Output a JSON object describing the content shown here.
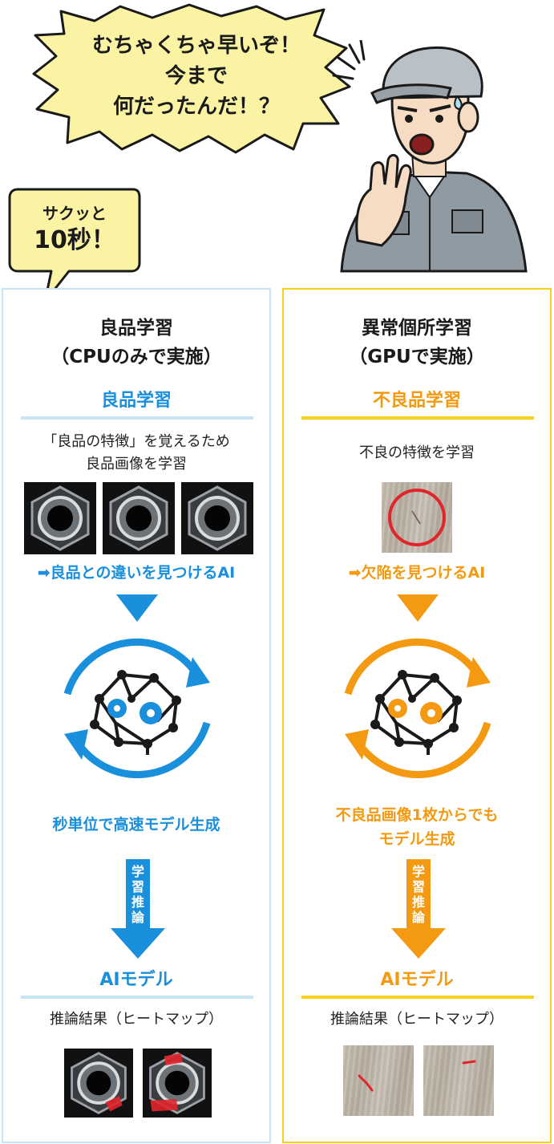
{
  "header": {
    "shout_lines": [
      "むちゃくちゃ早いぞ！",
      "今まで",
      "何だったんだ！？"
    ],
    "sakutto_line1": "サクッと",
    "sakutto_line2": "10秒！"
  },
  "left": {
    "title_line1": "良品学習",
    "title_line2": "（CPUのみで実施）",
    "section": "良品学習",
    "desc_line1": "「良品の特徴」を覚えるため",
    "desc_line2": "良品画像を学習",
    "result_link": "➡良品との違いを見つけるAI",
    "speed_text": "秒単位で高速モデル生成",
    "arrow_label": "学習推論",
    "model_title": "AIモデル",
    "inference": "推論結果（ヒートマップ）"
  },
  "right": {
    "title_line1": "異常個所学習",
    "title_line2": "（GPUで実施）",
    "section": "不良品学習",
    "desc_line1": "不良の特徴を学習",
    "result_link": "➡欠陥を見つけるAI",
    "speed_line1": "不良品画像1枚からでも",
    "speed_line2": "モデル生成",
    "arrow_label": "学習推論",
    "model_title": "AIモデル",
    "inference": "推論結果（ヒートマップ）"
  },
  "colors": {
    "blue": "#1a8fdc",
    "orange": "#f39a12",
    "yellow_border": "#f8d21c",
    "blue_border": "#c9e4f5",
    "bubble_fill": "#fbf3a4"
  },
  "icons": [
    "ai-brain-gears-icon",
    "cycle-arrows-icon",
    "down-triangle-icon",
    "down-arrow-icon"
  ]
}
